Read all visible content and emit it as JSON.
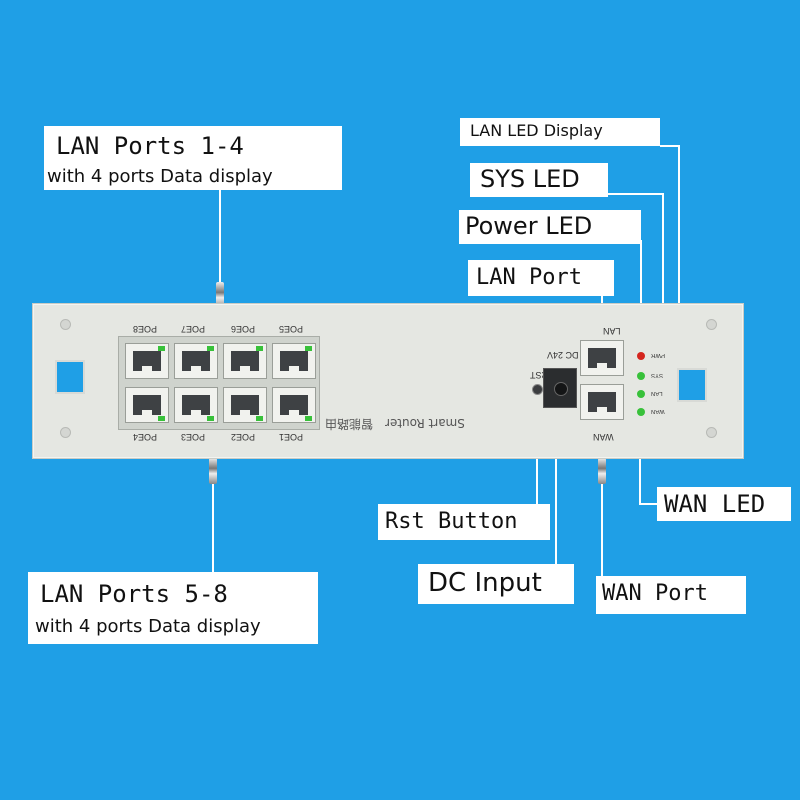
{
  "callouts": {
    "lan_1_4_title": "LAN Ports 1-4",
    "lan_1_4_sub": "with 4 ports Data display",
    "lan_5_8_title": "LAN Ports 5-8",
    "lan_5_8_sub": "with 4 ports Data display",
    "lan_led_display": "LAN LED Display",
    "sys_led": "SYS LED",
    "power_led": "Power LED",
    "lan_port": "LAN Port",
    "rst_button": "Rst Button",
    "dc_input": "DC Input",
    "wan_led": "WAN LED",
    "wan_port": "WAN Port"
  },
  "device": {
    "top_port_labels": [
      "POE8",
      "POE7",
      "POE6",
      "POE5"
    ],
    "bottom_port_labels": [
      "POE4",
      "POE3",
      "POE2",
      "POE1"
    ],
    "brand": "Smart Router",
    "brand_cn": "智能路由",
    "rst_label": "RST",
    "dc_label": "DC 24V",
    "wan_label": "WAN",
    "lan_label": "LAN",
    "led_labels": [
      "PWR",
      "SYS",
      "LAN",
      "WAN"
    ]
  },
  "colors": {
    "background": "#1f9fe6",
    "led_green": "#38c13a",
    "led_red": "#d4261e"
  }
}
